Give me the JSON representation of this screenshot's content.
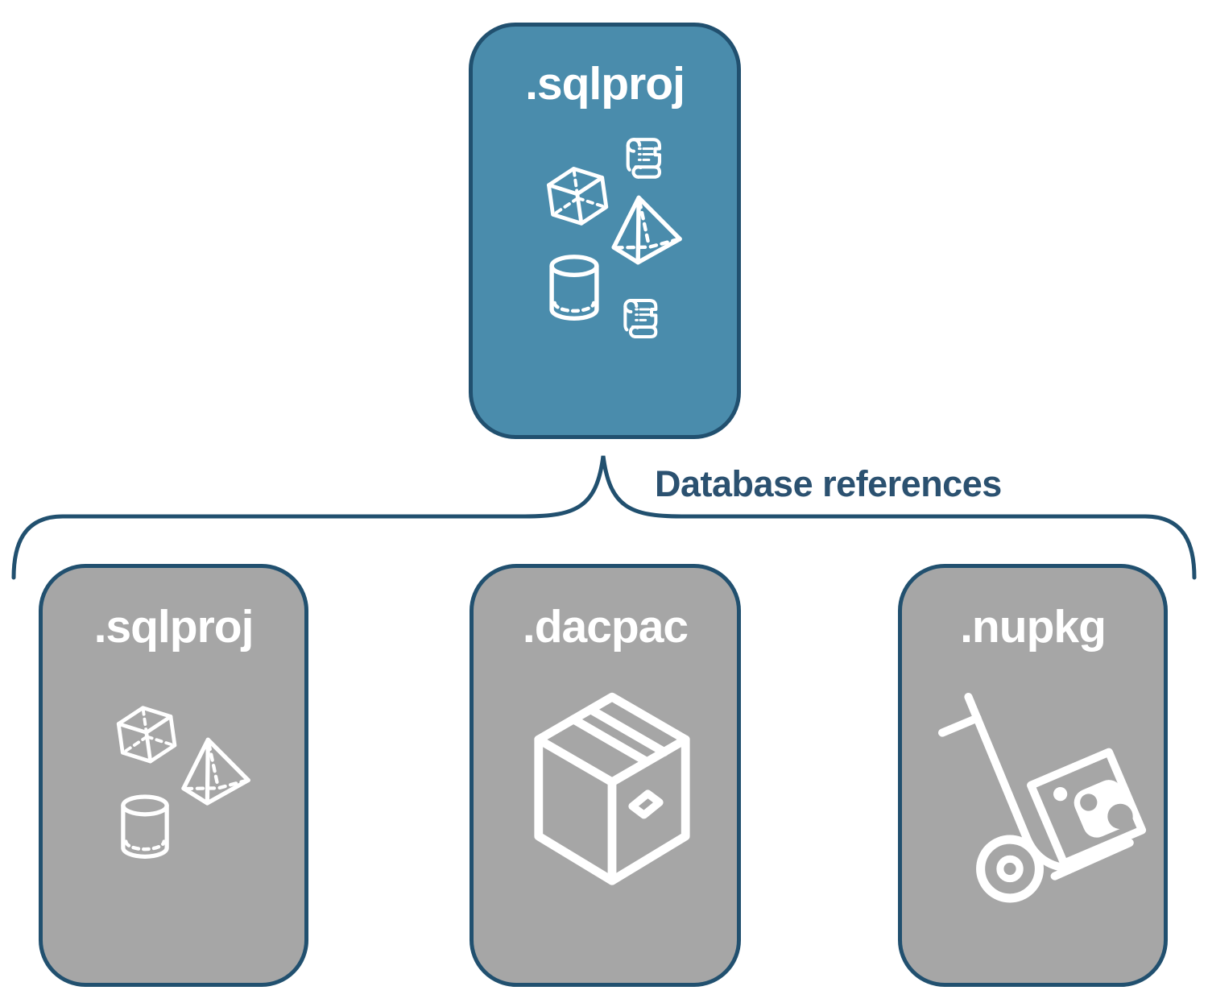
{
  "diagram": {
    "root": {
      "label": ".sqlproj",
      "icons": [
        "scroll-icon",
        "cube-icon",
        "pyramid-icon",
        "cylinder-icon",
        "scroll-icon"
      ]
    },
    "edge_label": "Database references",
    "children": [
      {
        "label": ".sqlproj",
        "icons": [
          "cube-icon",
          "pyramid-icon",
          "cylinder-icon"
        ]
      },
      {
        "label": ".dacpac",
        "icons": [
          "package-box-icon"
        ]
      },
      {
        "label": ".nupkg",
        "icons": [
          "nuget-hand-truck-icon"
        ]
      }
    ],
    "colors": {
      "accent_blue": "#4A8CAC",
      "node_gray": "#A6A6A6",
      "stroke_navy": "#21506F",
      "label_navy": "#2B5170",
      "icon_white": "#FFFFFF"
    }
  }
}
